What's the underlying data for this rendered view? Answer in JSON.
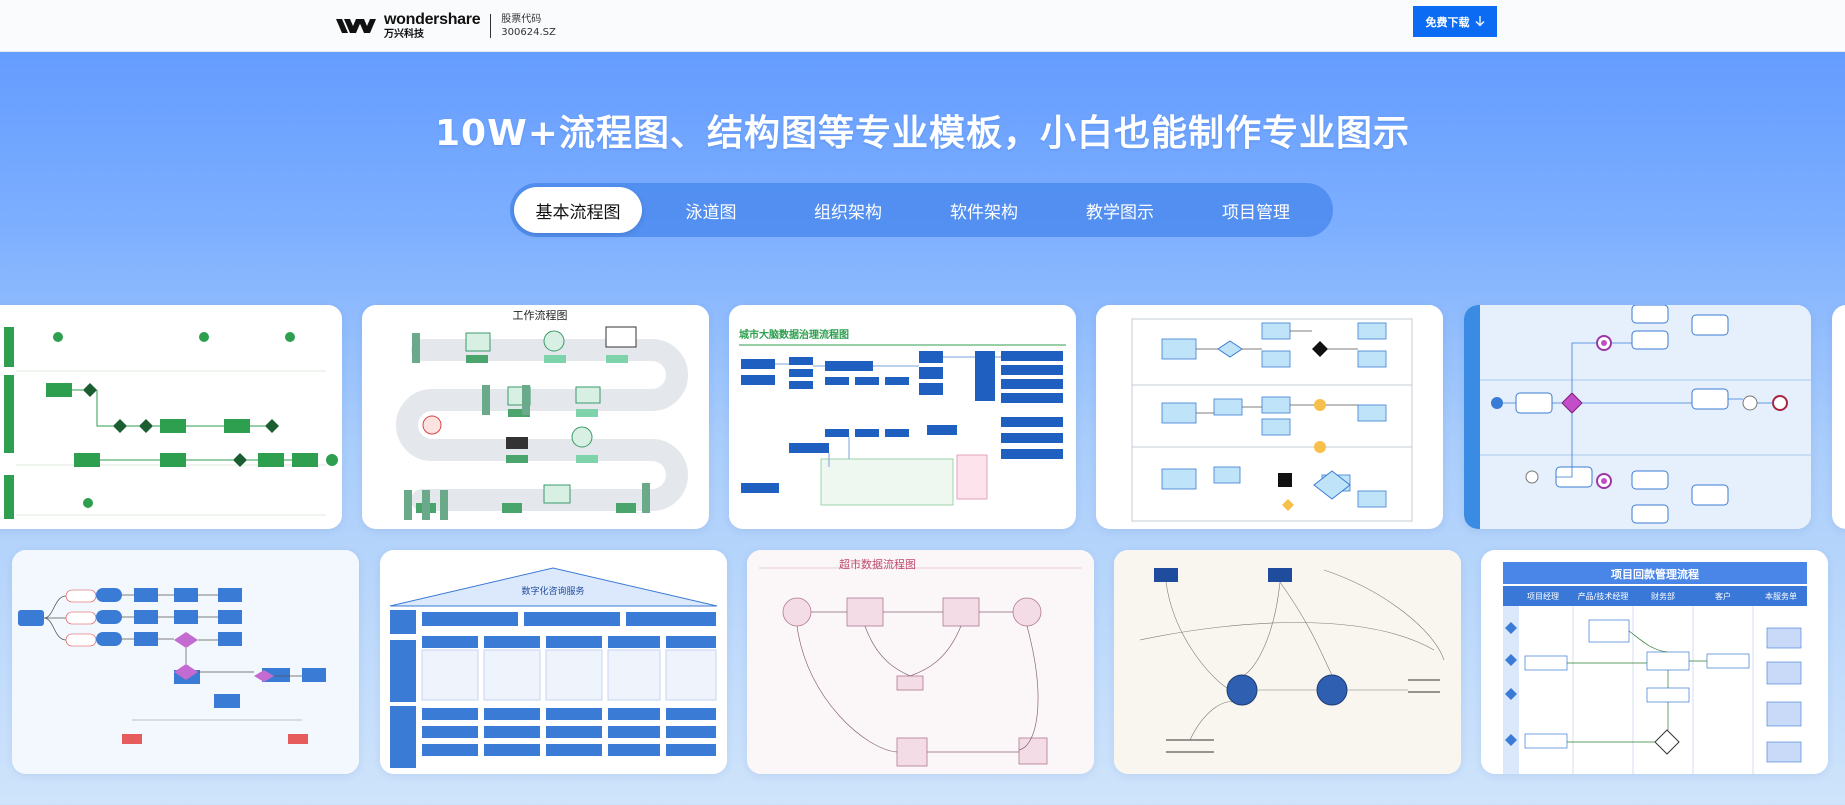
{
  "header": {
    "brand_en": "wondershare",
    "brand_cn": "万兴科技",
    "stock_label": "股票代码",
    "stock_code": "300624.SZ",
    "download_label": "免费下载"
  },
  "hero": {
    "title": "10W+流程图、结构图等专业模板，小白也能制作专业图示"
  },
  "tabs": [
    {
      "label": "基本流程图",
      "active": true
    },
    {
      "label": "泳道图",
      "active": false
    },
    {
      "label": "组织架构",
      "active": false
    },
    {
      "label": "软件架构",
      "active": false
    },
    {
      "label": "教学图示",
      "active": false
    },
    {
      "label": "项目管理",
      "active": false
    }
  ],
  "templates": {
    "work_flow_title": "工作流程图",
    "city_data_title": "城市大脑数据治理流程图",
    "digital_service_title": "数字化咨询服务",
    "supermarket_title": "超市数据流程图",
    "project_return_title": "项目回款管理流程",
    "project_return_headers": [
      "项目经理",
      "产品/技术经理",
      "财务部",
      "客户",
      "本服务单"
    ]
  },
  "colors": {
    "accent": "#0b6bf2",
    "green": "#2e9e4f",
    "blue_node": "#3a7bd5"
  }
}
